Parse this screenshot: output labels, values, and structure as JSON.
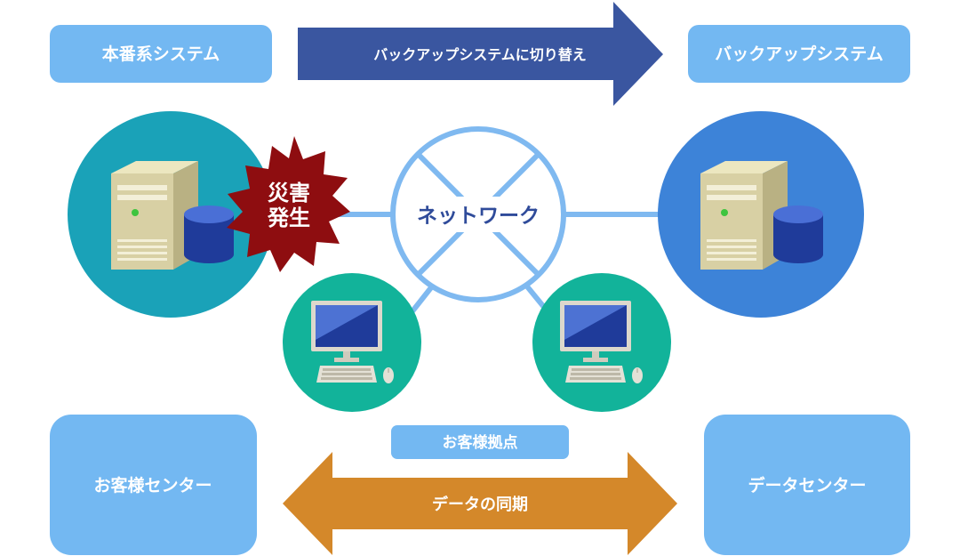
{
  "labels": {
    "production_system": "本番系システム",
    "switch_arrow": "バックアップシステムに切り替え",
    "backup_system": "バックアップシステム",
    "disaster_line1": "災害",
    "disaster_line2": "発生",
    "network": "ネットワーク",
    "customer_site": "お客様拠点",
    "customer_center": "お客様センター",
    "data_sync": "データの同期",
    "data_center": "データセンター"
  },
  "colors": {
    "label_box": "#73b8f2",
    "switch_arrow": "#3a56a0",
    "sync_arrow": "#d4882a",
    "production_circle": "#1aa2b8",
    "backup_circle": "#3d83d8",
    "client_circle": "#12b39a",
    "network_line": "#7fb9f0",
    "disaster_burst": "#8e0d10",
    "network_text": "#2f4b9a"
  },
  "icons": {
    "server": "server-tower-icon",
    "database": "database-cylinder-icon",
    "computer": "desktop-computer-icon",
    "disaster": "explosion-burst-icon"
  }
}
